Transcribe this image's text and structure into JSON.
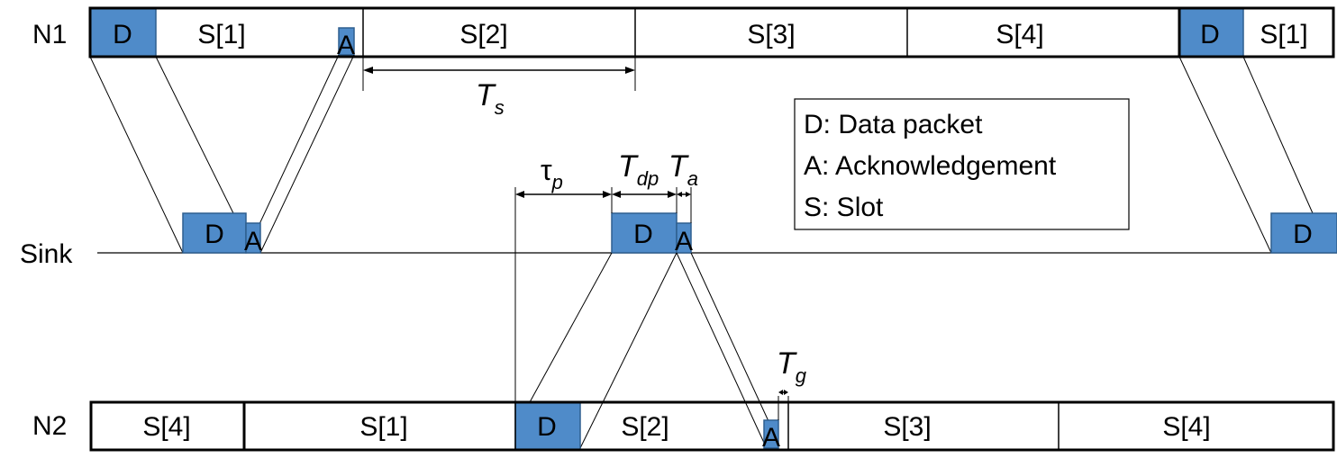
{
  "rows": {
    "n1": "N1",
    "sink": "Sink",
    "n2": "N2"
  },
  "slots": {
    "n1": [
      "D",
      "S[1]",
      "S[2]",
      "S[3]",
      "S[4]",
      "D",
      "S[1]"
    ],
    "n2": [
      "S[4]",
      "S[1]",
      "D",
      "S[2]",
      "S[3]",
      "S[4]"
    ]
  },
  "packets": {
    "data": "D",
    "ack": "A"
  },
  "timing": {
    "ts_main": "T",
    "ts_sub": "s",
    "tau_main": "τ",
    "tau_sub": "p",
    "tdp_main": "T",
    "tdp_sub": "dp",
    "ta_main": "T",
    "ta_sub": "a",
    "tg_main": "T",
    "tg_sub": "g"
  },
  "legend": {
    "items": [
      "D: Data packet",
      "A: Acknowledgement",
      "S: Slot"
    ]
  },
  "colors": {
    "packet_fill": "#4f8bc9",
    "packet_stroke": "#2f5f8f",
    "line": "#000000"
  }
}
